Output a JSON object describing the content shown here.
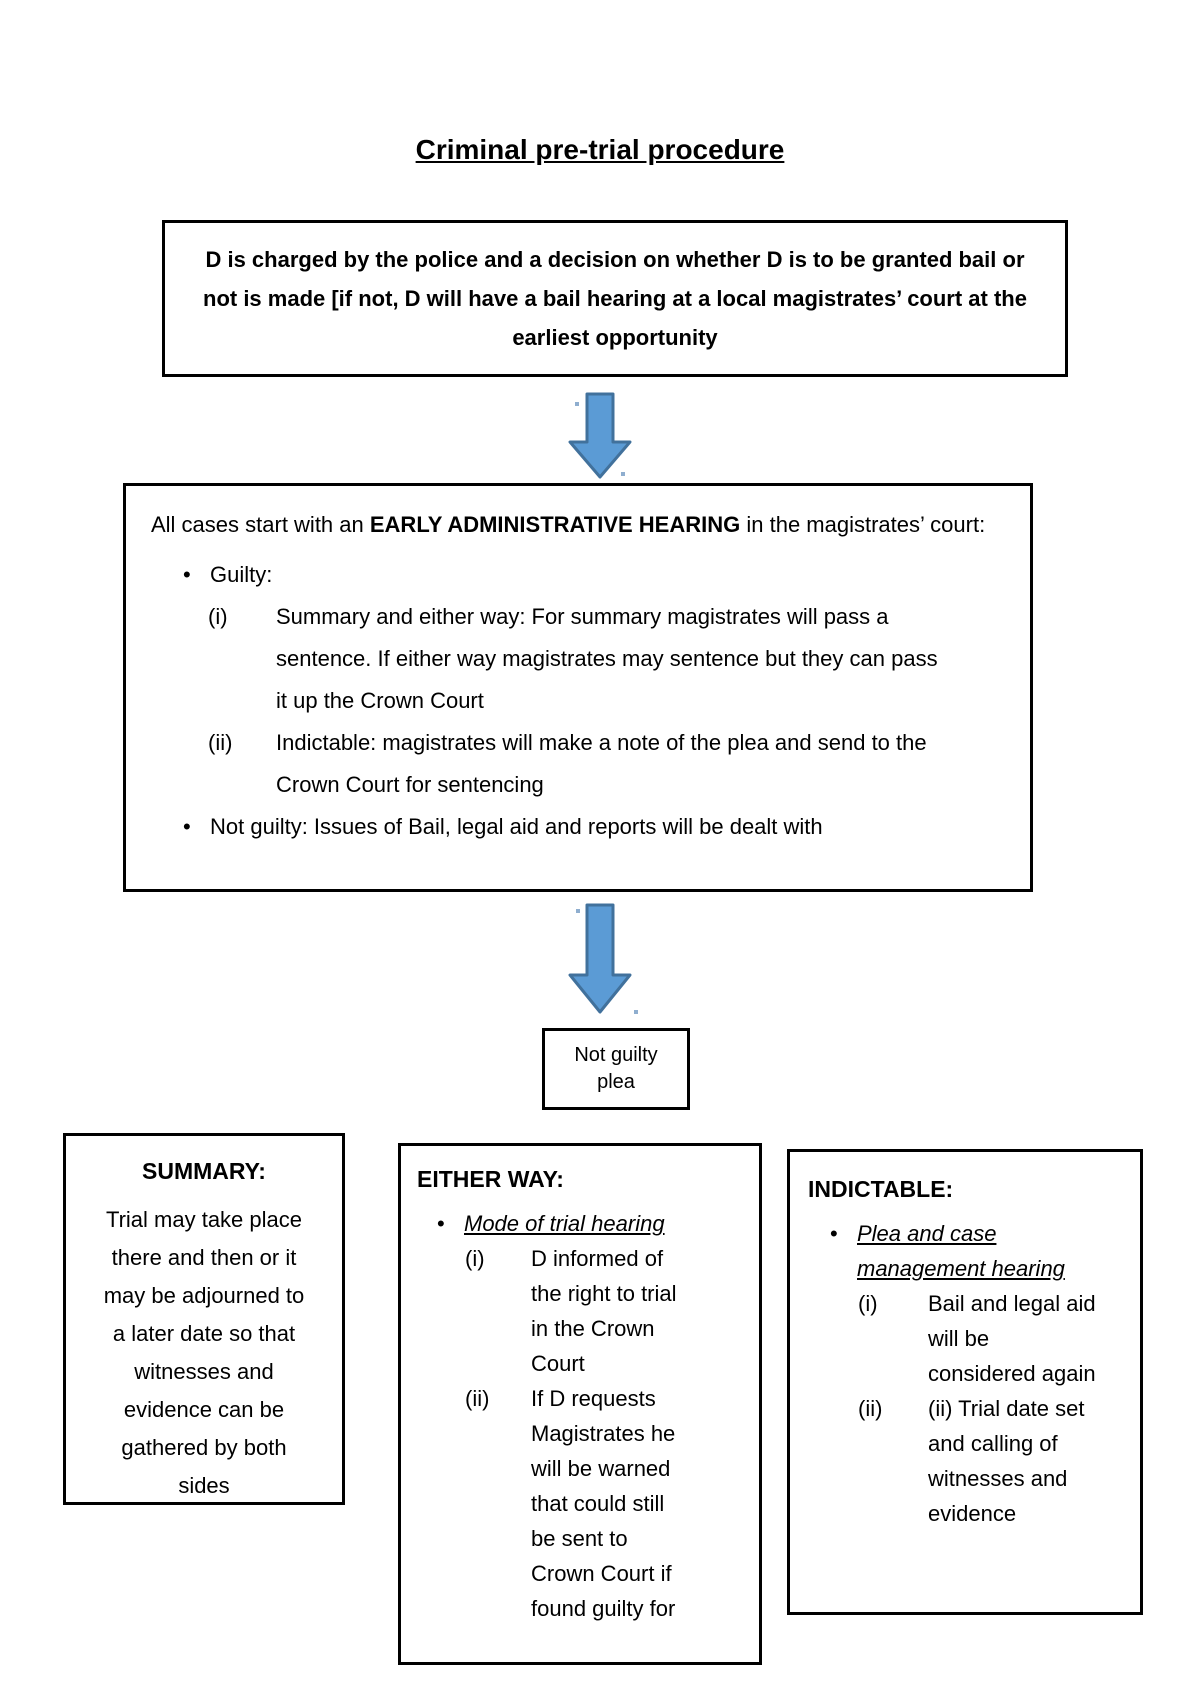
{
  "title": "Criminal pre-trial procedure",
  "colors": {
    "arrow_fill": "#5b9bd5",
    "arrow_stroke": "#41719c",
    "box_border": "#000000",
    "text": "#000000",
    "background": "#ffffff"
  },
  "glyphs": {
    "bullet": "•",
    "down_arrow": "block-arrow-down"
  },
  "charge_box": {
    "text": "D is charged by the police and a decision on whether D is to be granted bail or not is made [if not, D will have a bail hearing at a local magistrates’ court at the earliest opportunity"
  },
  "hearing_box": {
    "intro_pre": "All cases start with an ",
    "intro_bold": "EARLY ADMINISTRATIVE HEARING",
    "intro_post": " in the magistrates’ court:",
    "guilty_label": "Guilty:",
    "items": [
      {
        "num": "(i)",
        "text": "Summary and either way: For summary magistrates will pass a sentence. If either way magistrates may sentence but they can pass it up the Crown Court"
      },
      {
        "num": "(ii)",
        "text": "Indictable: magistrates will make a note of the plea and send to the Crown Court for sentencing"
      }
    ],
    "not_guilty_label": "Not guilty: Issues of Bail, legal aid and reports will be dealt with"
  },
  "plea_box": {
    "text": "Not guilty plea"
  },
  "summary_box": {
    "heading": "SUMMARY:",
    "body": "Trial may take place there and then or it may be adjourned to a later date so that witnesses and evidence can be gathered by both sides"
  },
  "either_way_box": {
    "heading": "EITHER WAY:",
    "bullet_heading": "Mode of trial hearing",
    "items": [
      {
        "num": "(i)",
        "text": "D informed of the right to trial in the Crown Court"
      },
      {
        "num": "(ii)",
        "text": "If D requests Magistrates he will be warned that could still be sent to Crown Court if found guilty for"
      }
    ]
  },
  "indictable_box": {
    "heading": "INDICTABLE:",
    "bullet_heading": "Plea and case management hearing",
    "items": [
      {
        "num": "(i)",
        "text": "Bail and legal aid will be considered again"
      },
      {
        "num": "(ii)",
        "text": "(ii) Trial date set and calling of witnesses and evidence"
      }
    ]
  }
}
